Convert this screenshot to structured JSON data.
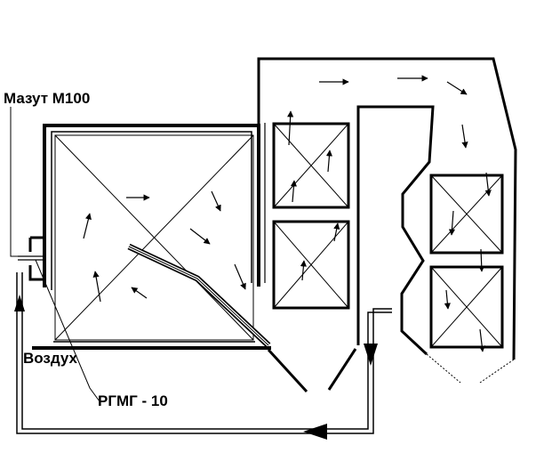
{
  "labels": {
    "fuel": "Мазут М100",
    "air": "Воздух",
    "burner": "РГМГ - 10"
  },
  "colors": {
    "stroke": "#000000",
    "background": "#ffffff"
  },
  "icons": [
    "flow-arrow-icon",
    "air-arrow-icon"
  ]
}
